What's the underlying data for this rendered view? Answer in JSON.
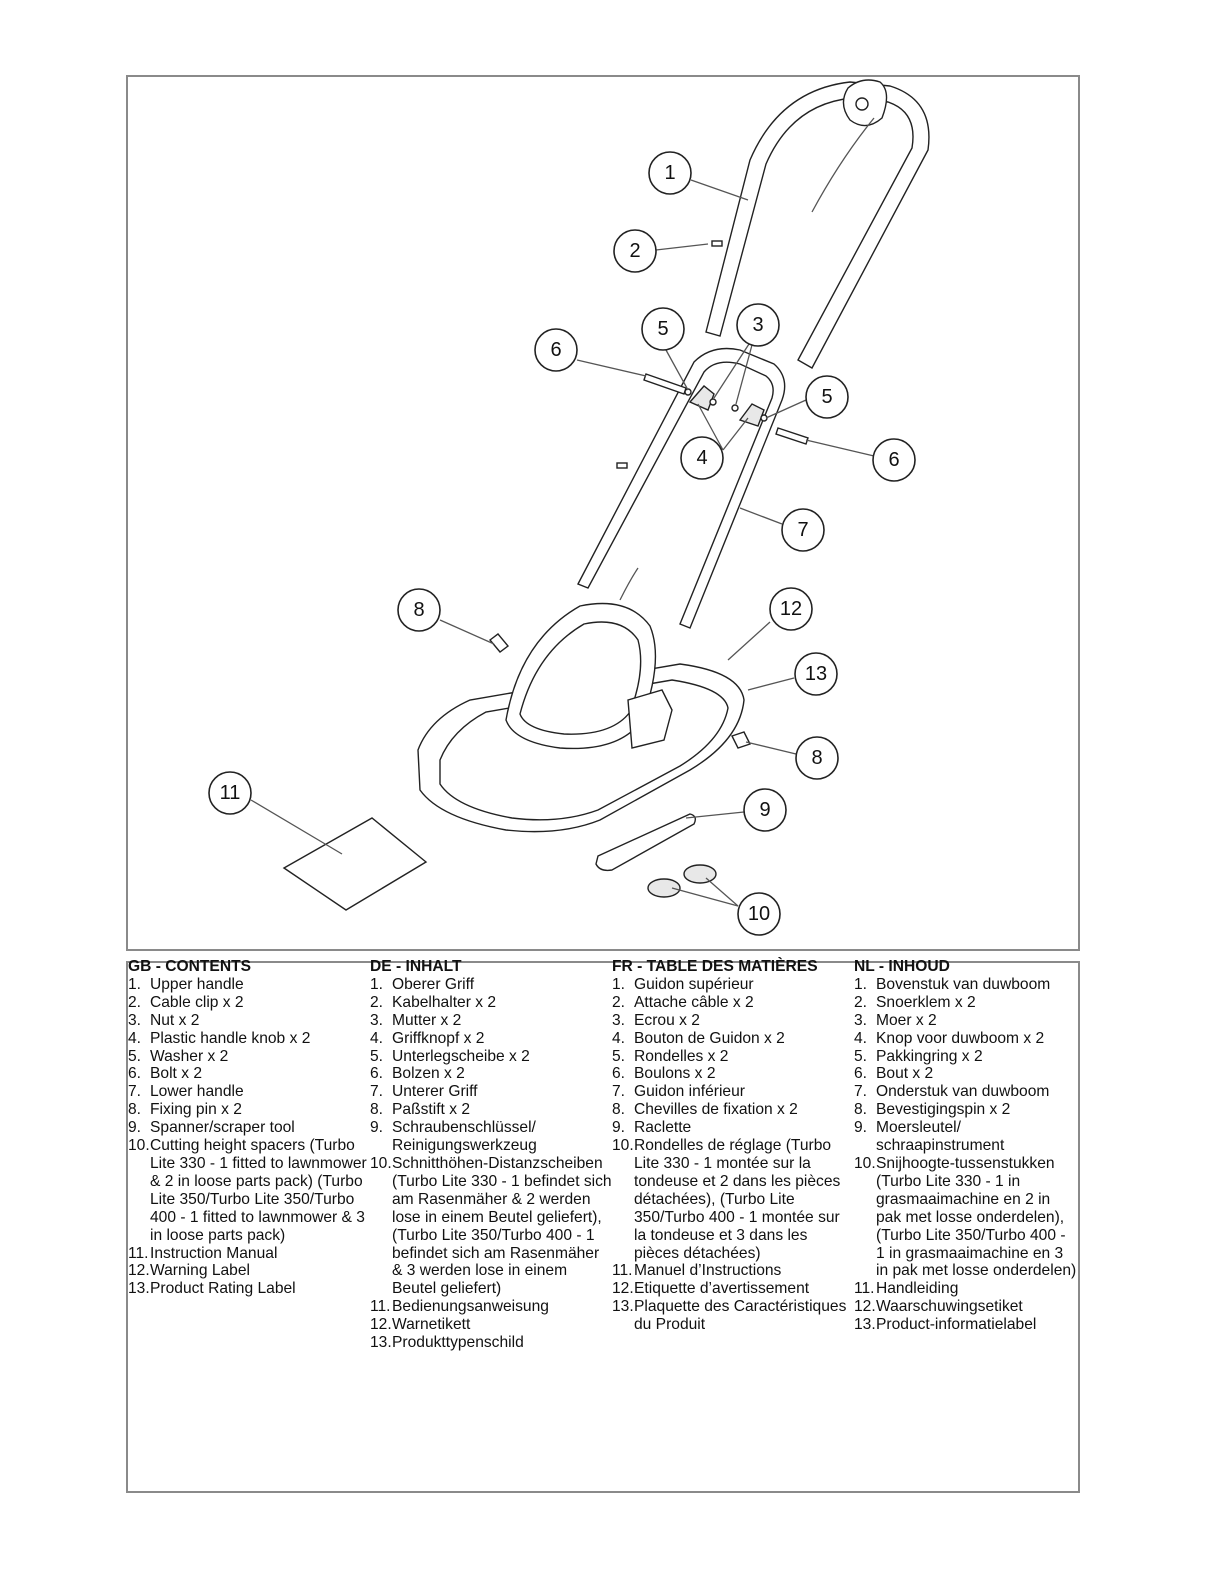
{
  "callouts": [
    "1",
    "2",
    "3",
    "4",
    "5",
    "5",
    "6",
    "6",
    "7",
    "8",
    "8",
    "9",
    "10",
    "11",
    "12",
    "13"
  ],
  "columns": [
    {
      "heading": "GB - CONTENTS",
      "items": [
        {
          "n": "1.",
          "t": "Upper handle"
        },
        {
          "n": "2.",
          "t": "Cable clip x 2"
        },
        {
          "n": "3.",
          "t": "Nut x 2"
        },
        {
          "n": "4.",
          "t": "Plastic handle knob x 2"
        },
        {
          "n": "5.",
          "t": "Washer x 2"
        },
        {
          "n": "6.",
          "t": "Bolt x 2"
        },
        {
          "n": "7.",
          "t": "Lower handle"
        },
        {
          "n": "8.",
          "t": "Fixing pin x 2"
        },
        {
          "n": "9.",
          "t": "Spanner/scraper tool"
        },
        {
          "n": "10.",
          "t": "Cutting height spacers (Turbo Lite 330 - 1 fitted to lawnmower & 2 in loose parts pack) (Turbo Lite 350/Turbo Lite 350/Turbo 400 - 1 fitted to lawnmower & 3 in loose parts pack)"
        },
        {
          "n": "11.",
          "t": "Instruction Manual"
        },
        {
          "n": "12.",
          "t": "Warning Label"
        },
        {
          "n": "13.",
          "t": "Product Rating Label"
        }
      ]
    },
    {
      "heading": "DE - INHALT",
      "items": [
        {
          "n": "1.",
          "t": "Oberer Griff"
        },
        {
          "n": "2.",
          "t": "Kabelhalter x 2"
        },
        {
          "n": "3.",
          "t": "Mutter x 2"
        },
        {
          "n": "4.",
          "t": "Griffknopf x 2"
        },
        {
          "n": "5.",
          "t": "Unterlegscheibe x 2"
        },
        {
          "n": "6.",
          "t": "Bolzen x 2"
        },
        {
          "n": "7.",
          "t": "Unterer Griff"
        },
        {
          "n": "8.",
          "t": "Paßstift x 2"
        },
        {
          "n": "9.",
          "t": "Schraubenschlüssel/ Reinigungswerkzeug"
        },
        {
          "n": "10.",
          "t": "Schnitthöhen-Distanzscheiben (Turbo Lite 330 - 1 befindet sich am Rasenmäher & 2 werden lose in einem Beutel geliefert), (Turbo Lite 350/Turbo 400 - 1 befindet sich am Rasenmäher & 3 werden lose in einem Beutel geliefert)"
        },
        {
          "n": "11.",
          "t": "Bedienungsanweisung"
        },
        {
          "n": "12.",
          "t": "Warnetikett"
        },
        {
          "n": "13.",
          "t": "Produkttypenschild"
        }
      ]
    },
    {
      "heading": "FR - TABLE DES MATIÈRES",
      "items": [
        {
          "n": "1.",
          "t": "Guidon supérieur"
        },
        {
          "n": "2.",
          "t": "Attache câble x 2"
        },
        {
          "n": "3.",
          "t": "Ecrou x 2"
        },
        {
          "n": "4.",
          "t": "Bouton de Guidon x 2"
        },
        {
          "n": "5.",
          "t": "Rondelles x 2"
        },
        {
          "n": "6.",
          "t": "Boulons x 2"
        },
        {
          "n": "7.",
          "t": "Guidon inférieur"
        },
        {
          "n": "8.",
          "t": "Chevilles de fixation x 2"
        },
        {
          "n": "9.",
          "t": "Raclette"
        },
        {
          "n": "10.",
          "t": "Rondelles de réglage (Turbo Lite 330 - 1 montée sur la tondeuse et 2 dans les pièces détachées), (Turbo Lite 350/Turbo 400 - 1 montée sur la tondeuse et 3 dans les pièces détachées)"
        },
        {
          "n": "11.",
          "t": "Manuel d’Instructions"
        },
        {
          "n": "12.",
          "t": "Etiquette d’avertissement"
        },
        {
          "n": "13.",
          "t": "Plaquette des Caractéristiques du Produit"
        }
      ]
    },
    {
      "heading": "NL - INHOUD",
      "items": [
        {
          "n": "1.",
          "t": "Bovenstuk van duwboom"
        },
        {
          "n": "2.",
          "t": "Snoerklem x 2"
        },
        {
          "n": "3.",
          "t": "Moer x 2"
        },
        {
          "n": "4.",
          "t": "Knop voor duwboom x 2"
        },
        {
          "n": "5.",
          "t": "Pakkingring x 2"
        },
        {
          "n": "6.",
          "t": "Bout x 2"
        },
        {
          "n": "7.",
          "t": "Onderstuk van duwboom"
        },
        {
          "n": "8.",
          "t": "Bevestigingspin x 2"
        },
        {
          "n": "9.",
          "t": "Moersleutel/ schraapinstrument"
        },
        {
          "n": "10.",
          "t": "Snijhoogte-tussenstukken (Turbo Lite 330 - 1 in grasmaaimachine en 2 in pak met losse onderdelen), (Turbo Lite 350/Turbo 400 - 1 in grasmaaimachine en 3 in pak met losse onderdelen)"
        },
        {
          "n": "11.",
          "t": "Handleiding"
        },
        {
          "n": "12.",
          "t": "Waarschuwingsetiket"
        },
        {
          "n": "13.",
          "t": "Product-informatielabel"
        }
      ]
    }
  ]
}
